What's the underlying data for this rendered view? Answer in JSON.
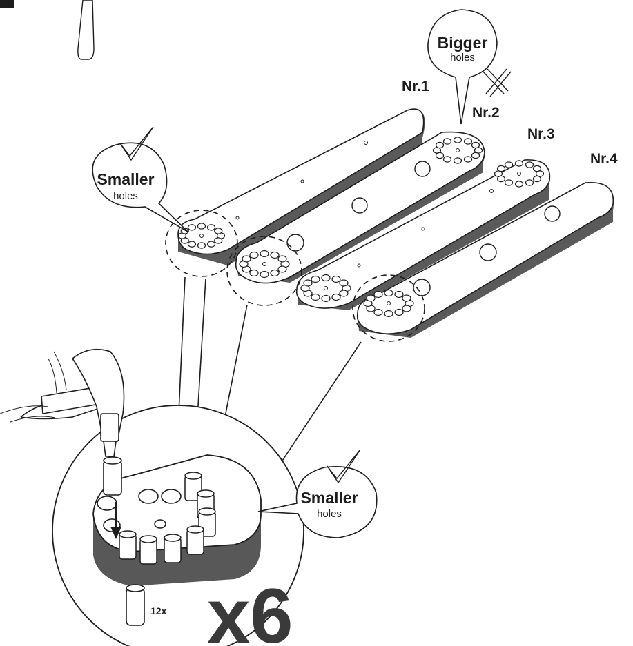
{
  "labels": {
    "nr1": "Nr.1",
    "nr2": "Nr.2",
    "nr3": "Nr.3",
    "nr4": "Nr.4",
    "bigger_title": "Bigger",
    "bigger_sub": "holes",
    "smaller_title": "Smaller",
    "smaller_sub": "holes",
    "smaller2_title": "Smaller",
    "smaller2_sub": "holes",
    "quantity": "12x",
    "multiplier": "x6"
  },
  "icons": [
    "hammer-icon",
    "check-mark-icon",
    "cross-mark-icon",
    "down-arrow-icon",
    "dowel-pin-icon"
  ],
  "colors": {
    "ink": "#1d1d1d",
    "side": "#555555",
    "paper": "#ffffff"
  }
}
